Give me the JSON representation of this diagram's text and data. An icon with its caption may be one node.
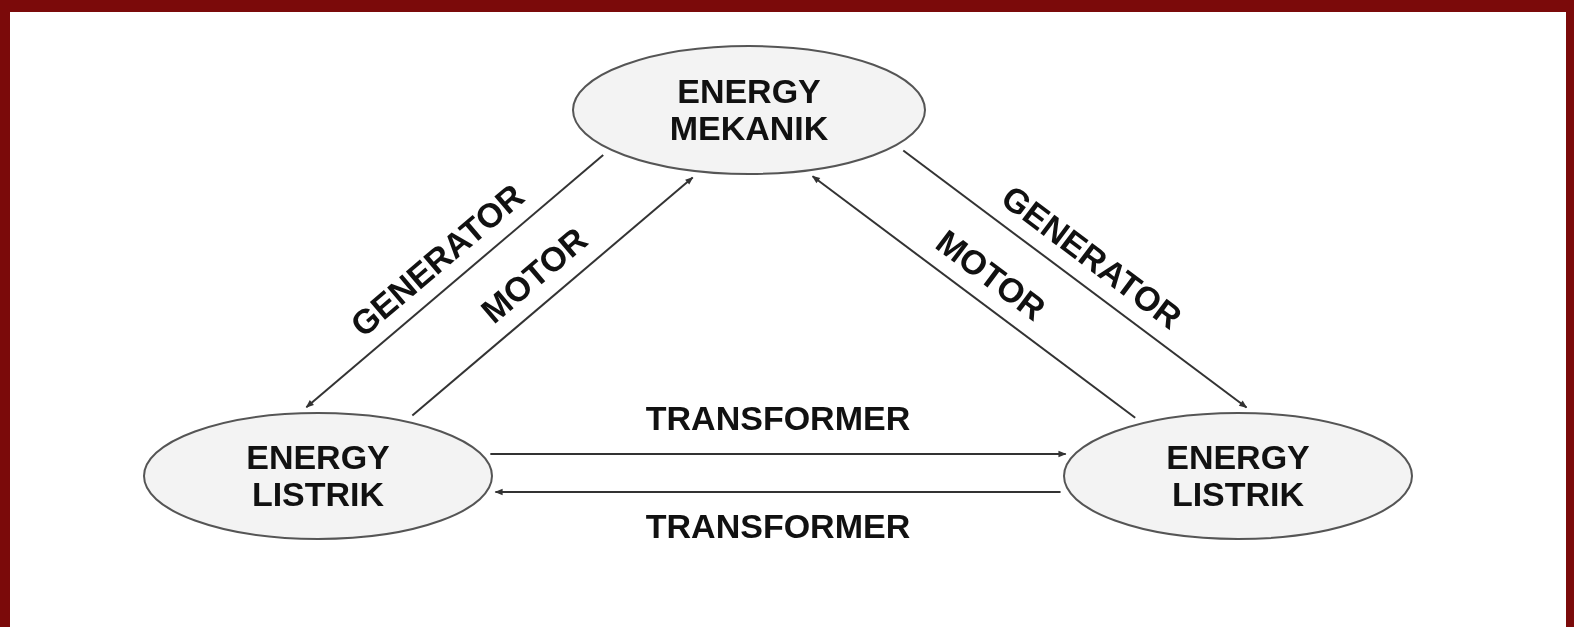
{
  "diagram": {
    "nodes": [
      {
        "text": [
          "ENERGY MEKANIK"
        ]
      },
      {
        "text": [
          "ENERGY LISTRIK"
        ]
      },
      {
        "text": [
          "ENERGY LISTRIK"
        ]
      }
    ],
    "edges": [
      {
        "from": 0,
        "to": 1,
        "arrow": "to",
        "label": "GENERATOR"
      },
      {
        "from": 1,
        "to": 0,
        "arrow": "to",
        "label": "MOTOR"
      },
      {
        "from": 0,
        "to": 2,
        "arrow": "to",
        "label": "GENERATOR"
      },
      {
        "from": 2,
        "to": 0,
        "arrow": "to",
        "label": "MOTOR"
      },
      {
        "from": 1,
        "to": 2,
        "arrow": "to",
        "label": "TRANSFORMER"
      },
      {
        "from": 2,
        "to": 1,
        "arrow": "to",
        "label": "TRANSFORMER"
      }
    ]
  }
}
